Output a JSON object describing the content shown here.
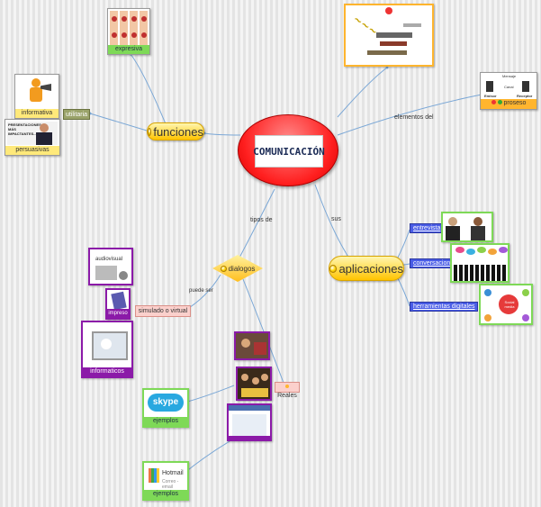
{
  "central": {
    "title": "COMUNICACIÓN"
  },
  "topics": {
    "funciones": "funciones",
    "aplicaciones": "aplicaciones",
    "dialogos": "dialogos"
  },
  "link_labels": {
    "elementos": "elementos del",
    "tipos": "tipos de",
    "sus": "sus",
    "puede_ser": "puede ser"
  },
  "funciones_children": {
    "expresiva": "expresiva",
    "utilitaria": "utilitaria",
    "informativa": "informativa",
    "persuasivas": "persuasivas",
    "persuasivas_img_text": "PRESENTACIONES MÁS IMPACTANTES..."
  },
  "proceso": {
    "label": "proseso",
    "diagram_words": [
      "Mensaje",
      "Canal",
      "Emisor",
      "Receptor"
    ]
  },
  "aplicaciones_children": [
    "entrevista",
    "conversacion",
    "herramientas digitales"
  ],
  "social_media_text": "Social media",
  "dialogos_children": {
    "simulado": "simulado o virtual",
    "reales": "Reales",
    "audiovisual": "audiovisual",
    "impreso": "impreso",
    "informaticos": "informaticos",
    "skype": "skype",
    "ejemplos1": "ejemplos",
    "hotmail": "Hotmail",
    "correo": "Correo - email",
    "ejemplos2": "ejemplos"
  },
  "colors": {
    "central": "#ff2a2a",
    "pill": "#ffc400",
    "green": "#7ed957",
    "purple": "#8b1aa8",
    "link_blue": "#4a5de6"
  }
}
